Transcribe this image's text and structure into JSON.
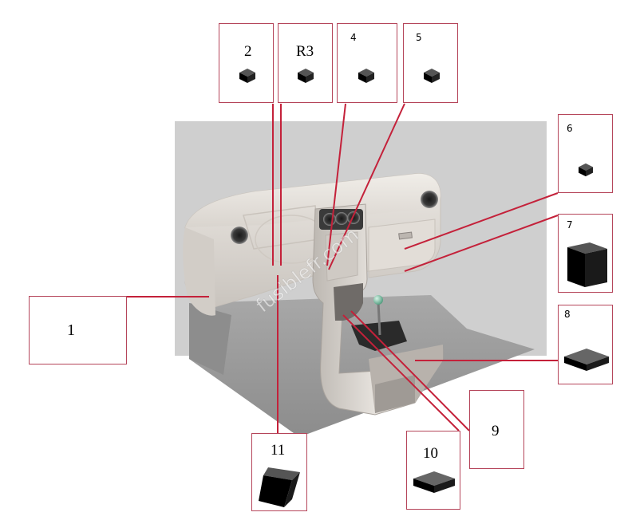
{
  "watermark": "fusiblefr.com",
  "colors": {
    "leader": "#c4213a",
    "box_border": "#b5455a",
    "background_panel": "#cfcfcf",
    "floor": "#9a9a9a",
    "dashboard": "#e6e2dd"
  },
  "callouts": [
    {
      "id": "1",
      "label": "1"
    },
    {
      "id": "2",
      "label": "2"
    },
    {
      "id": "3",
      "label": "R3"
    },
    {
      "id": "4",
      "label": "4"
    },
    {
      "id": "5",
      "label": "5"
    },
    {
      "id": "6",
      "label": "6"
    },
    {
      "id": "7",
      "label": "7"
    },
    {
      "id": "8",
      "label": "8"
    },
    {
      "id": "9",
      "label": "9"
    },
    {
      "id": "10",
      "label": "10"
    },
    {
      "id": "11",
      "label": "11"
    }
  ]
}
